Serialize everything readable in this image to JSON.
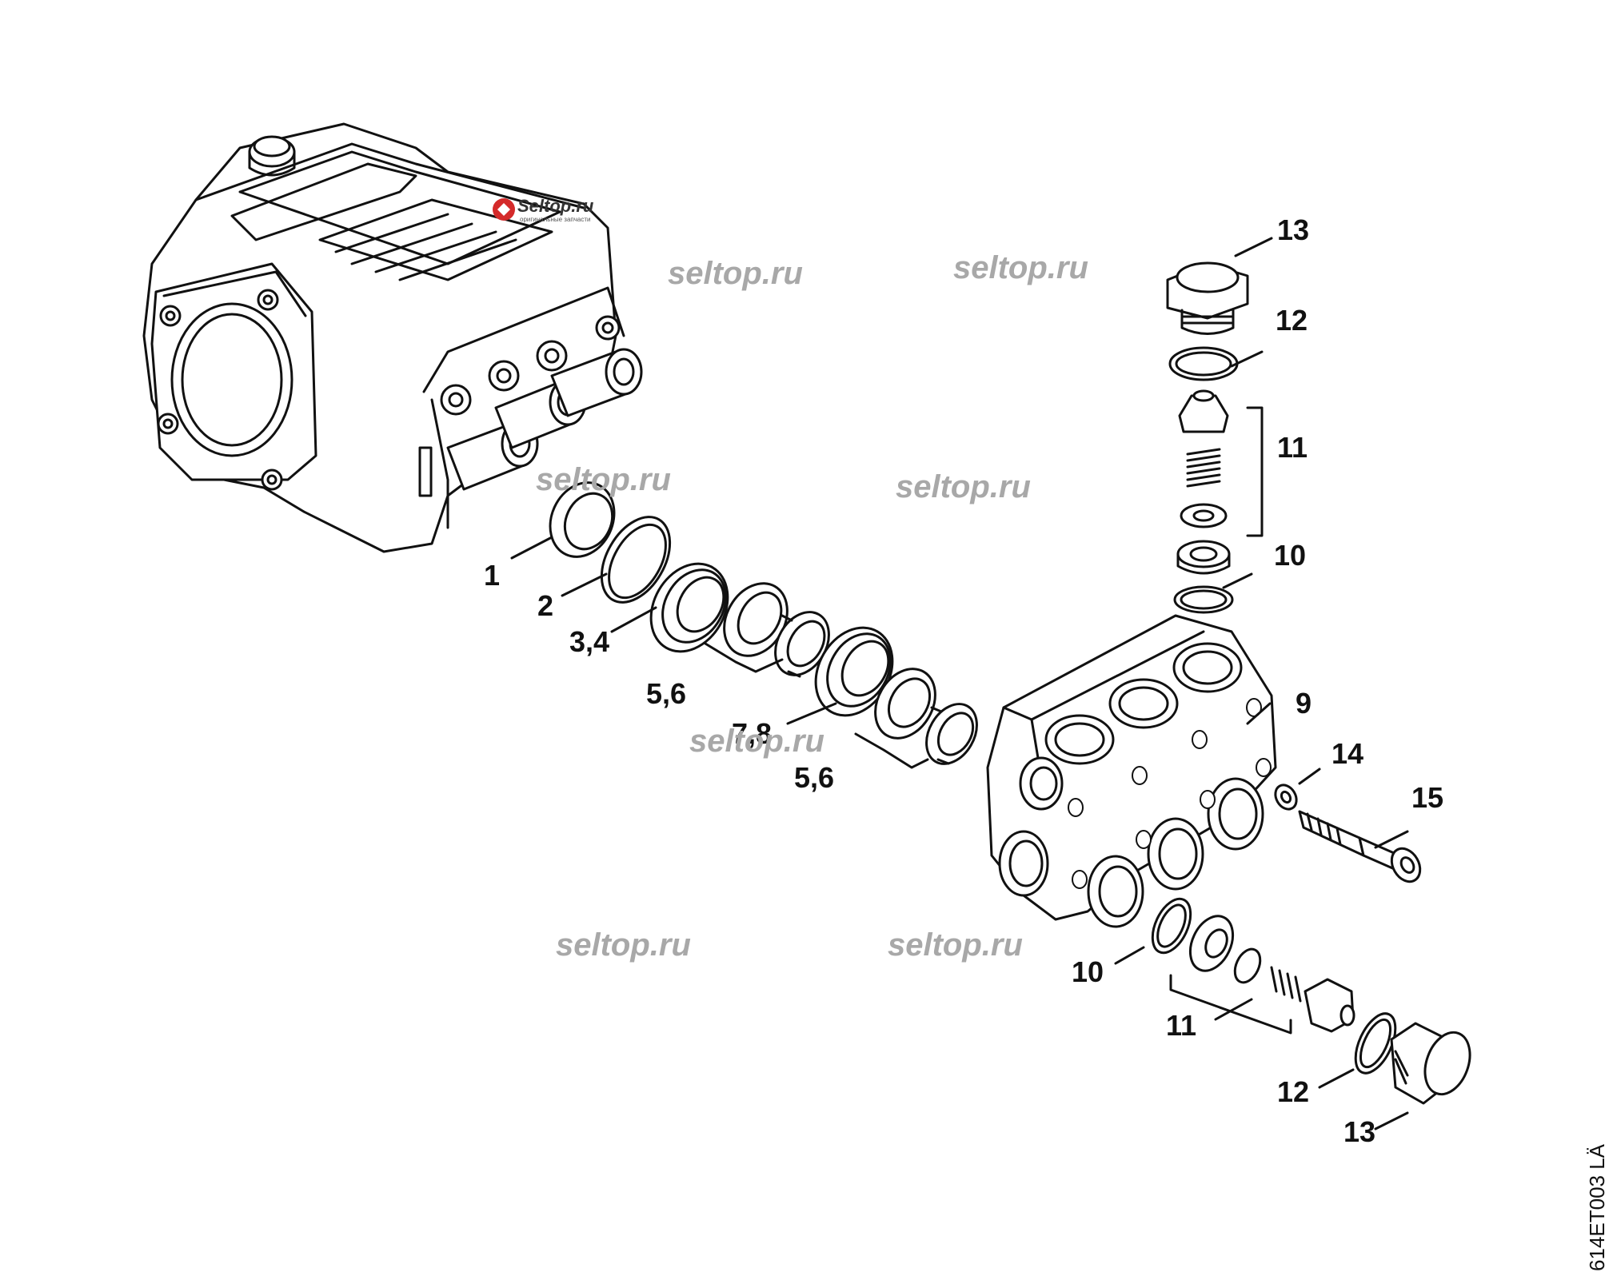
{
  "callouts": {
    "c1": "1",
    "c2": "2",
    "c34": "3,4",
    "c56a": "5,6",
    "c78": "7,8",
    "c56b": "5,6",
    "c9": "9",
    "c10a": "10",
    "c11a": "11",
    "c12a": "12",
    "c13a": "13",
    "c14": "14",
    "c15": "15",
    "c10b": "10",
    "c11b": "11",
    "c12b": "12",
    "c13b": "13"
  },
  "watermarks": [
    "seltop.ru",
    "seltop.ru",
    "seltop.ru",
    "seltop.ru",
    "seltop.ru",
    "seltop.ru",
    "seltop.ru"
  ],
  "logo": {
    "name": "Seltop.ru",
    "tagline": "оригинальные запчасти"
  },
  "drawing_code": "614ET003 LÄ",
  "colors": {
    "line": "#111111",
    "watermark": "#a8a8a8",
    "logo_accent": "#d42a2a"
  }
}
